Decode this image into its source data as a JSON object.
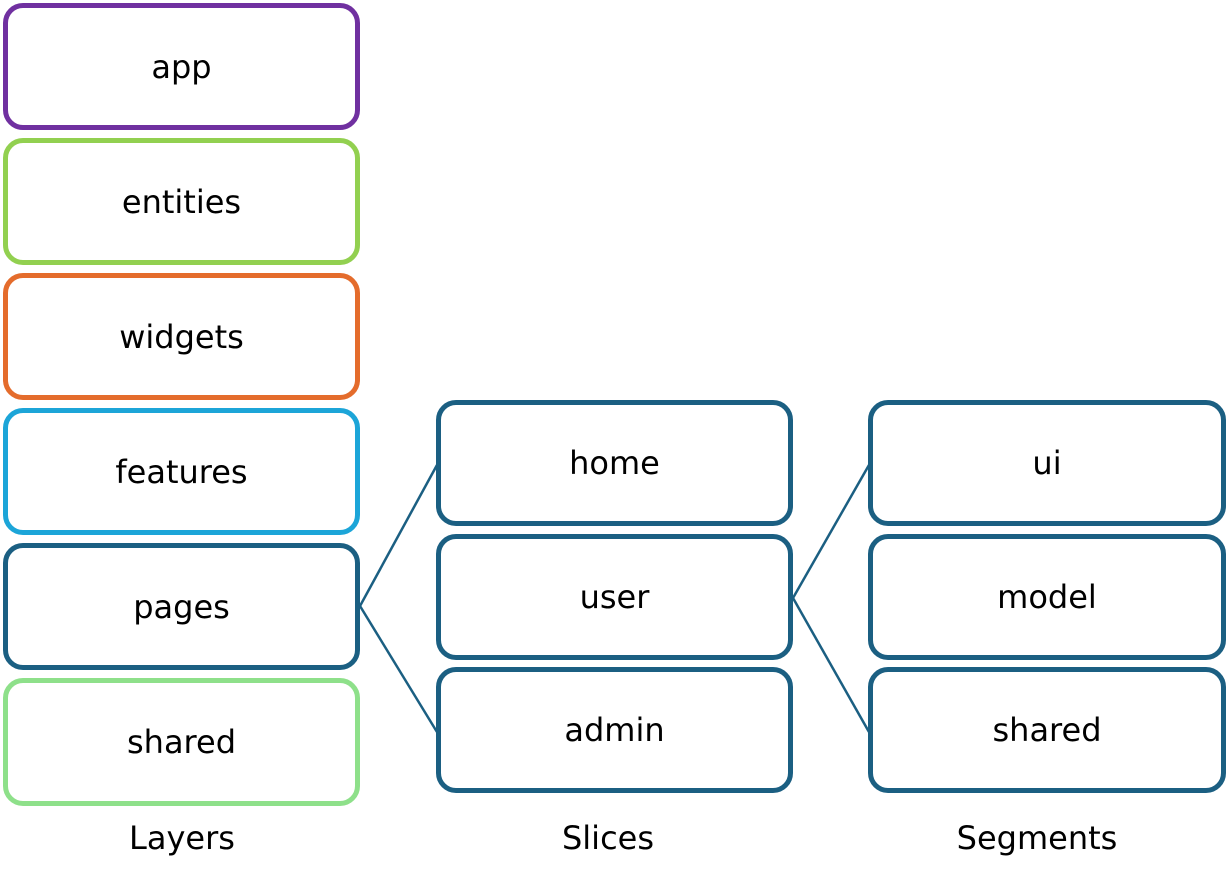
{
  "layers": {
    "items": [
      {
        "label": "app",
        "color": "#7030a0"
      },
      {
        "label": "entities",
        "color": "#92d050"
      },
      {
        "label": "widgets",
        "color": "#e46c2c"
      },
      {
        "label": "features",
        "color": "#1ca5d8"
      },
      {
        "label": "pages",
        "color": "#1b5f82"
      },
      {
        "label": "shared",
        "color": "#8ee08a"
      }
    ],
    "caption": "Layers"
  },
  "slices": {
    "items": [
      {
        "label": "home"
      },
      {
        "label": "user"
      },
      {
        "label": "admin"
      }
    ],
    "caption": "Slices"
  },
  "segments": {
    "items": [
      {
        "label": "ui"
      },
      {
        "label": "model"
      },
      {
        "label": "shared"
      }
    ],
    "caption": "Segments"
  },
  "colors": {
    "slice_border": "#1b5f82",
    "connector": "#1b5f82"
  }
}
